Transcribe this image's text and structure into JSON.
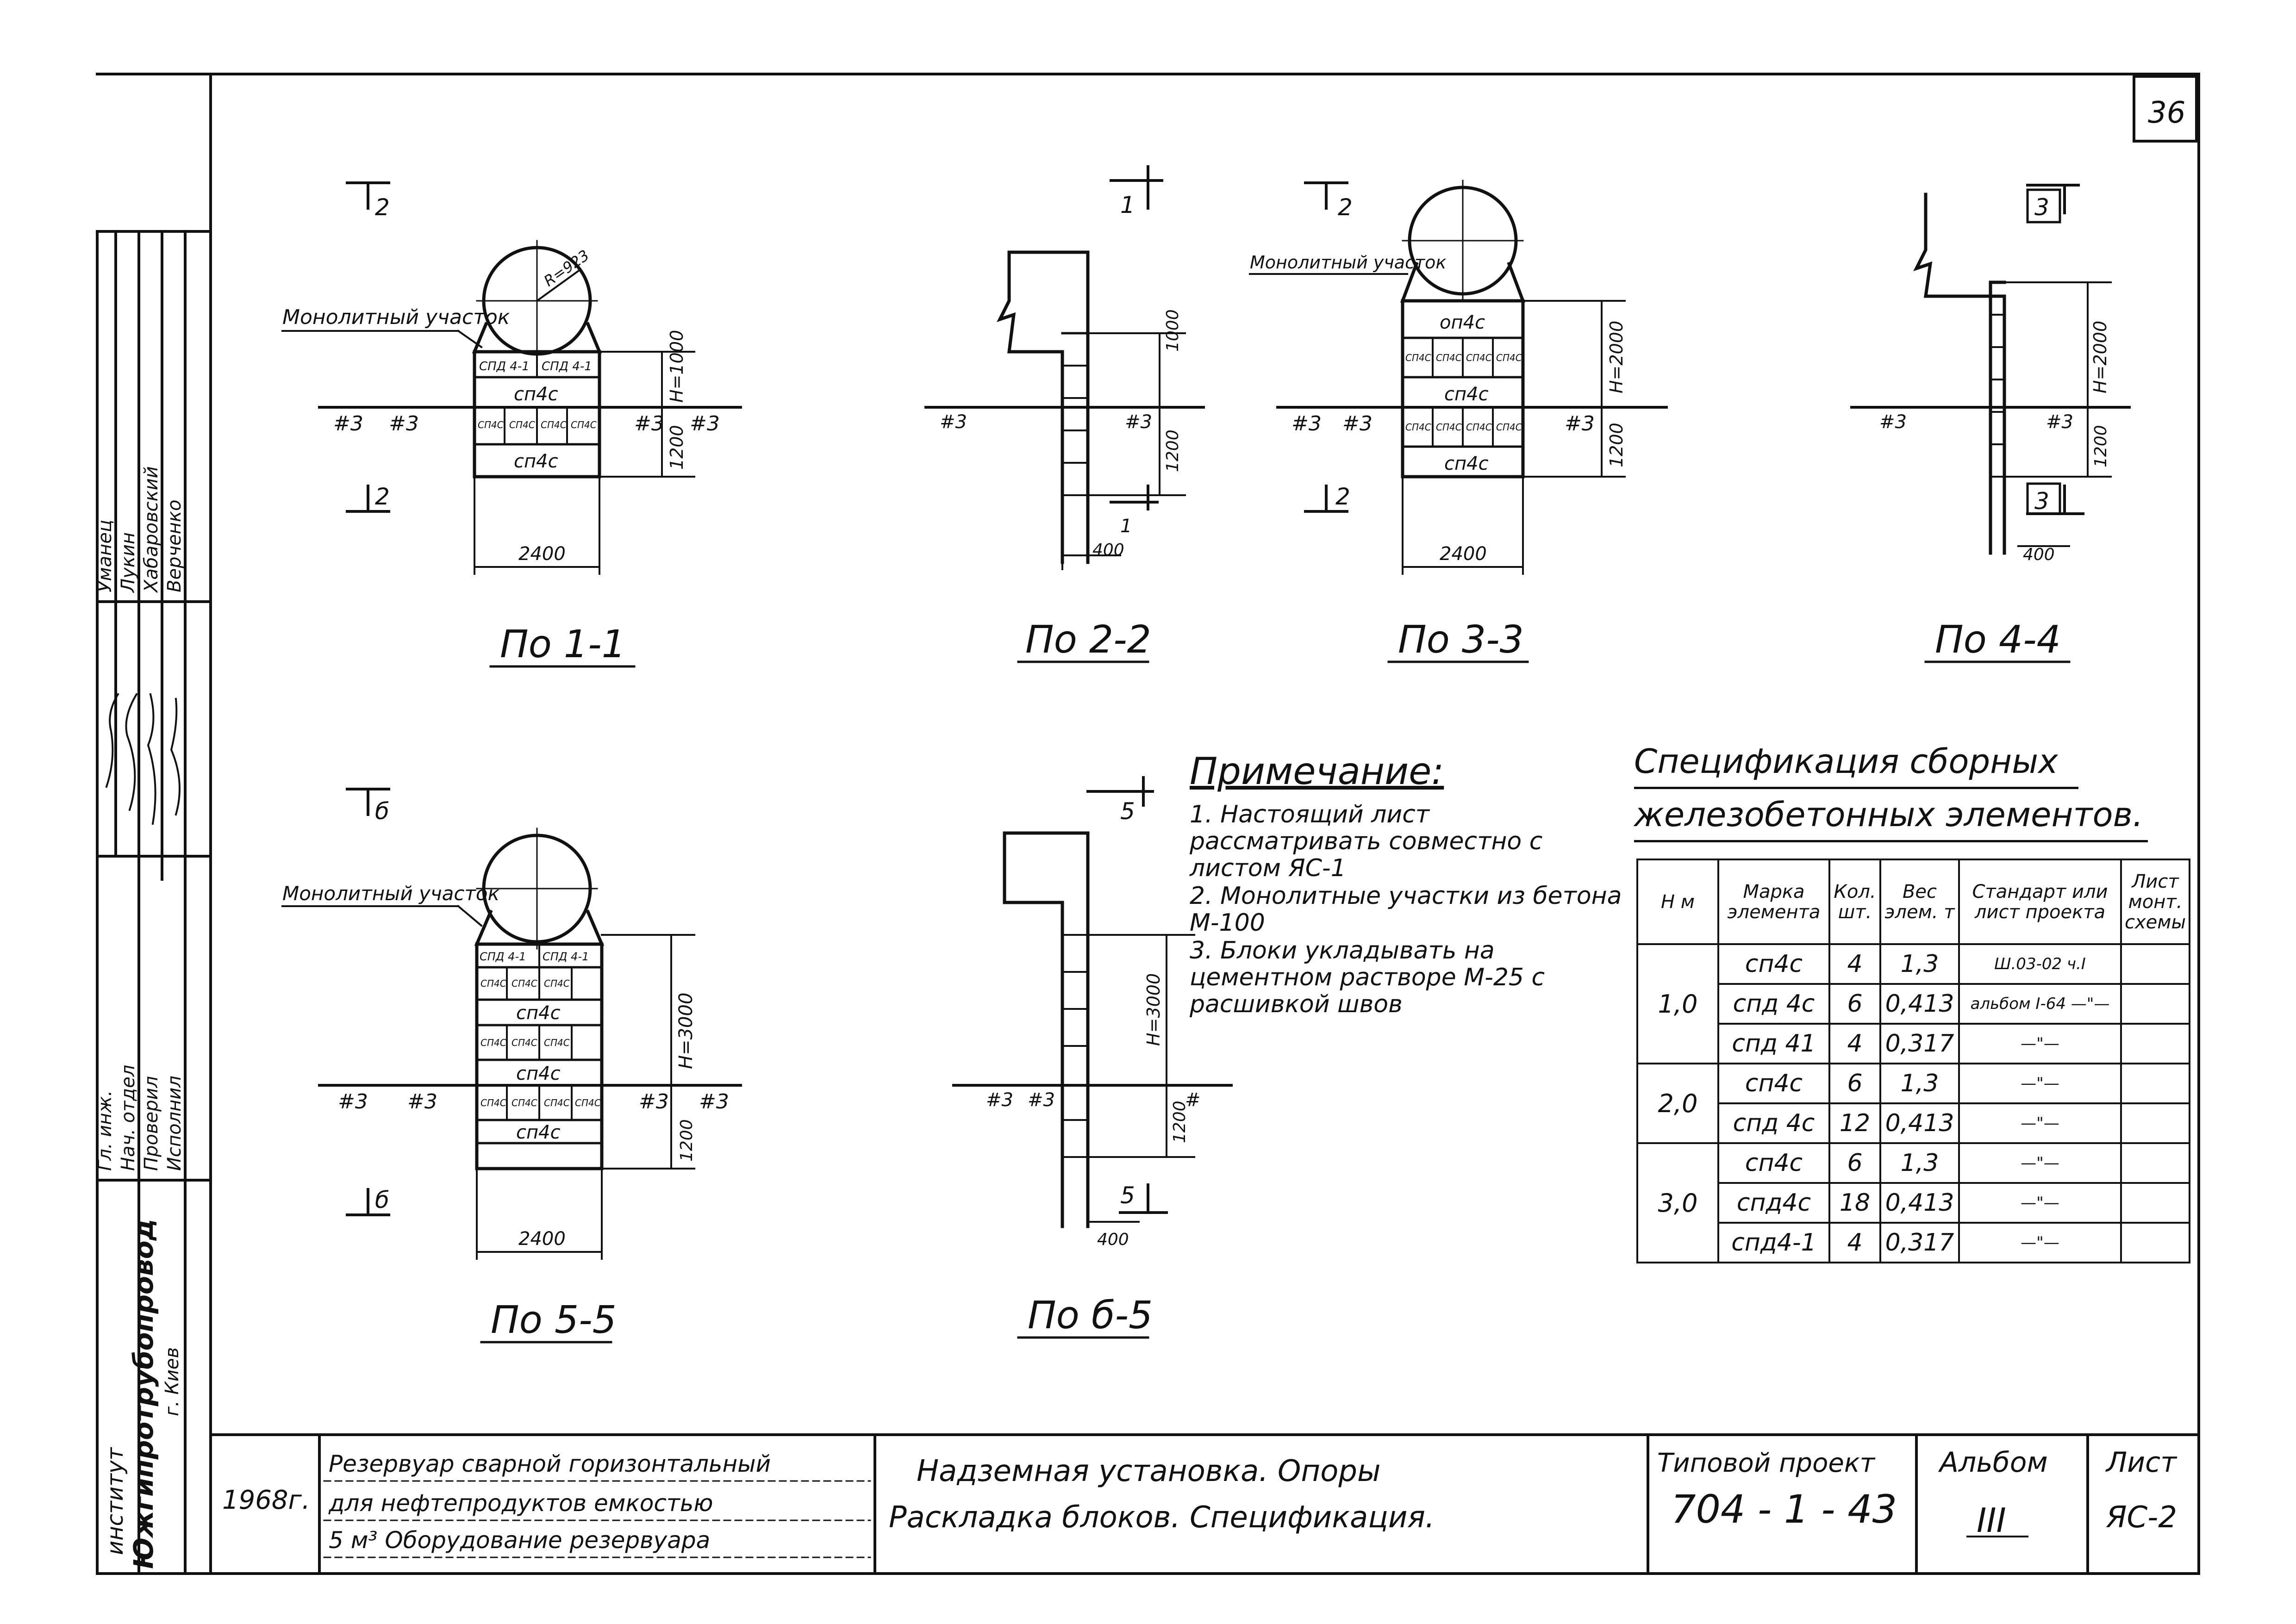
{
  "sheet_corner_number": "36",
  "sections": [
    {
      "id": "1-1",
      "caption": "По 1-1",
      "cut_marks": [
        "2",
        "2"
      ],
      "callout": "Монолитный участок",
      "radius": "R=923",
      "height_label": "H=1000",
      "depth_label": "1200",
      "width_label": "2400",
      "blocks": [
        "СПД 4-1",
        "СПД 4-1",
        "сп4с",
        "СП4С",
        "СП4С",
        "СП4С",
        "СП4С",
        "сп4с"
      ],
      "ground_marks": [
        "#3",
        "#3",
        "#3",
        "#3"
      ]
    },
    {
      "id": "2-2",
      "caption": "По 2-2",
      "cut_marks": [
        "1",
        "1"
      ],
      "height_label": "1000",
      "depth_label": "1200",
      "width_label": "400",
      "ground_marks": [
        "#3",
        "#3"
      ]
    },
    {
      "id": "3-3",
      "caption": "По 3-3",
      "cut_marks": [
        "2",
        "2"
      ],
      "callout": "Монолитный участок",
      "height_label": "H=2000",
      "depth_label": "1200",
      "width_label": "2400",
      "blocks": [
        "оп4с",
        "СП4С",
        "СП4С",
        "СП4С",
        "СП4С",
        "сп4с",
        "СП4С",
        "СП4С",
        "СП4С",
        "СП4С",
        "сп4с"
      ],
      "ground_marks": [
        "#3",
        "#3",
        "#3"
      ]
    },
    {
      "id": "4-4",
      "caption": "По 4-4",
      "cut_marks": [
        "3",
        "3"
      ],
      "height_label": "H=2000",
      "depth_label": "1200",
      "width_label": "400",
      "ground_marks": [
        "#3",
        "#3"
      ]
    },
    {
      "id": "5-5",
      "caption": "По 5-5",
      "cut_marks": [
        "б",
        "б"
      ],
      "callout": "Монолитный участок",
      "height_label": "H=3000",
      "depth_label": "1200",
      "width_label": "2400",
      "blocks": [
        "СПД 4-1",
        "СПД 4-1",
        "СП4С",
        "СП4С",
        "СП4С",
        "сп4с",
        "СП4С",
        "СП4С",
        "СП4С",
        "сп4с",
        "СП4С",
        "СП4С",
        "СП4С",
        "СП4С",
        "сп4с"
      ],
      "ground_marks": [
        "#3",
        "#3",
        "#3",
        "#3"
      ]
    },
    {
      "id": "6-5",
      "caption": "По б-5",
      "cut_marks": [
        "5",
        "5"
      ],
      "height_label": "H=3000",
      "depth_label": "1200",
      "width_label": "400",
      "ground_marks": [
        "#3",
        "#3",
        "#"
      ]
    }
  ],
  "note": {
    "heading": "Примечание:",
    "items": [
      "1. Настоящий лист рассматривать совместно с листом ЯС-1",
      "2. Монолитные участки из бетона М-100",
      "3. Блоки укладывать на цементном растворе М-25 с расшивкой швов"
    ]
  },
  "spec": {
    "title_line1": "Спецификация сборных",
    "title_line2": "железобетонных элементов.",
    "headers": [
      "Н м",
      "Марка элемента",
      "Кол. шт.",
      "Вес элем. т",
      "Стандарт или лист проекта",
      "Лист монт. схемы"
    ],
    "groups": [
      {
        "h": "1,0",
        "rows": [
          [
            "сп4с",
            "4",
            "1,3",
            "Ш.03-02 ч.I"
          ],
          [
            "спд 4с",
            "6",
            "0,413",
            "альбом I-64 —\"—"
          ],
          [
            "спд 41",
            "4",
            "0,317",
            "—\"—"
          ]
        ]
      },
      {
        "h": "2,0",
        "rows": [
          [
            "сп4с",
            "6",
            "1,3",
            "—\"—"
          ],
          [
            "спд 4с",
            "12",
            "0,413",
            "—\"—"
          ]
        ]
      },
      {
        "h": "3,0",
        "rows": [
          [
            "сп4с",
            "6",
            "1,3",
            "—\"—"
          ],
          [
            "спд4с",
            "18",
            "0,413",
            "—\"—"
          ],
          [
            "спд4-1",
            "4",
            "0,317",
            "—\"—"
          ]
        ]
      }
    ]
  },
  "left_stamp": {
    "institute_lines": [
      "институт",
      "Южгипротрубопровод",
      "г. Киев"
    ],
    "roles": [
      "Гл. инж.",
      "Нач. отдел",
      "Проверил",
      "Исполнил"
    ],
    "names": [
      "Уманец",
      "Лукин",
      "Хабаровский",
      "Верченко"
    ]
  },
  "title_block": {
    "year": "1968г.",
    "object_lines": [
      "Резервуар сварной горизонтальный",
      "для нефтепродуктов емкостью",
      "5 м³ Оборудование резервуара"
    ],
    "drawing_lines": [
      "Надземная установка. Опоры",
      "Раскладка блоков. Спецификация."
    ],
    "project_label": "Типовой проект",
    "project_number": "704 - 1 - 43",
    "album_label": "Альбом",
    "album_number": "III",
    "sheet_label": "Лист",
    "sheet_number": "ЯС-2"
  }
}
